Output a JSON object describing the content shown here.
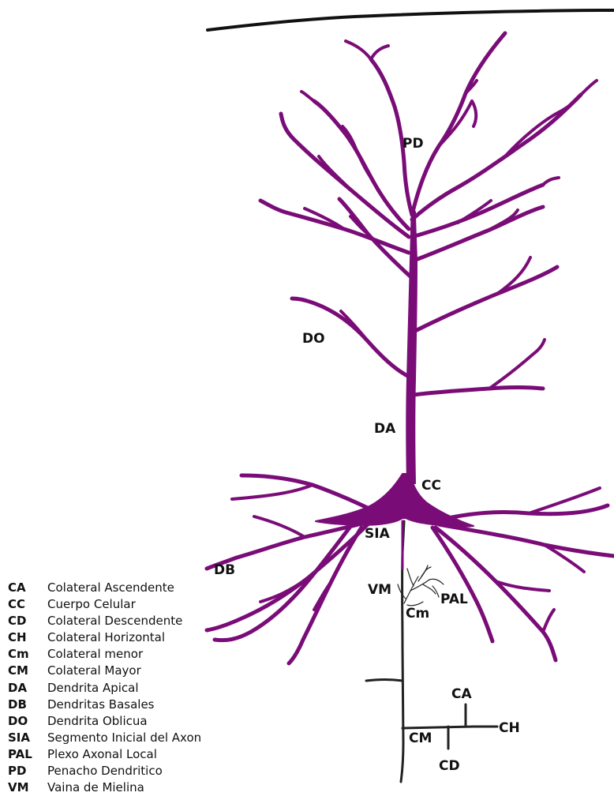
{
  "colors": {
    "neuron": "#7a0c78",
    "axon": "#222222",
    "surface_line": "#111111"
  },
  "labels": {
    "pd": "PD",
    "do": "DO",
    "da": "DA",
    "cc": "CC",
    "sia": "SIA",
    "db": "DB",
    "vm": "VM",
    "pal": "PAL",
    "cm_minor": "Cm",
    "ca": "CA",
    "ch": "CH",
    "cm_major": "CM",
    "cd": "CD"
  },
  "legend": [
    {
      "abbr": "CA",
      "desc": "Colateral Ascendente"
    },
    {
      "abbr": "CC",
      "desc": "Cuerpo Celular"
    },
    {
      "abbr": "CD",
      "desc": "Colateral Descendente"
    },
    {
      "abbr": "CH",
      "desc": "Colateral Horizontal"
    },
    {
      "abbr": "Cm",
      "desc": "Colateral menor"
    },
    {
      "abbr": "CM",
      "desc": "Colateral Mayor"
    },
    {
      "abbr": "DA",
      "desc": "Dendrita Apical"
    },
    {
      "abbr": "DB",
      "desc": "Dendritas Basales"
    },
    {
      "abbr": "DO",
      "desc": "Dendrita Oblicua"
    },
    {
      "abbr": "SIA",
      "desc": "Segmento Inicial del Axon"
    },
    {
      "abbr": "PAL",
      "desc": "Plexo Axonal Local"
    },
    {
      "abbr": "PD",
      "desc": "Penacho Dendritico"
    },
    {
      "abbr": "VM",
      "desc": "Vaina de Mielina"
    }
  ]
}
